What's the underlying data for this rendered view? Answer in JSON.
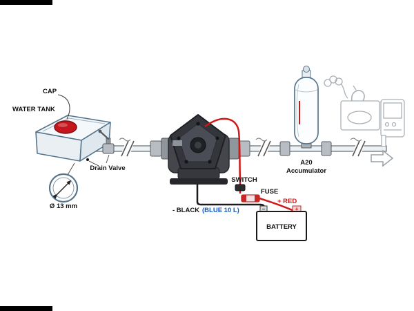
{
  "labels": {
    "cap": "CAP",
    "water_tank": "WATER TANK",
    "drain_valve": "Drain Valve",
    "pipe_diameter": "Ø 13 mm",
    "switch": "SWITCH",
    "fuse": "FUSE",
    "wire_positive": "+ RED",
    "wire_negative": "- BLACK",
    "wire_negative_note": "(BLUE 10 L)",
    "battery": "BATTERY",
    "battery_plus": "+",
    "battery_minus": "–",
    "accumulator_model": "A20",
    "accumulator_name": "Accumulator"
  },
  "colors": {
    "outline_blue": "#55748c",
    "cap_red": "#c4161c",
    "wire_red": "#d01818",
    "wire_black": "#1a1a1a",
    "note_blue": "#1257c4",
    "fixture_gray": "#a9b0b6"
  }
}
